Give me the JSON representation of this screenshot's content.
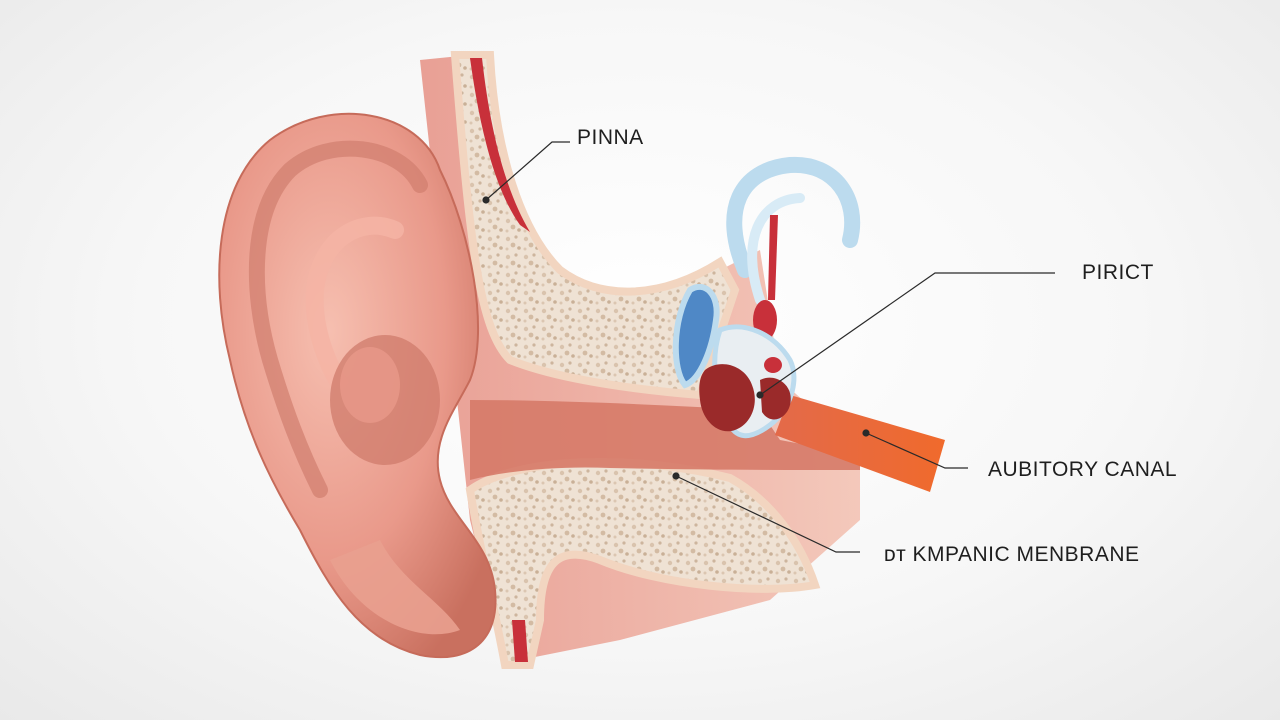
{
  "diagram": {
    "labels": {
      "pinna": "PINNA",
      "pirict": "PIRICT",
      "auditory_canal": "AUBITORY CANAL",
      "tympanic_membrane": "ᴅᴛ KMPANIC MENBRANE"
    },
    "colors": {
      "background": "#f3f3f3",
      "skin": "#e9a08f",
      "skin_shadow": "#c9705f",
      "bone": "#efe2d4",
      "bone_edge": "#f5dcc6",
      "vessel_red": "#c8303a",
      "canal_orange": "#e85a2c",
      "labyrinth_blue": "#bcdbee",
      "cochlea_dark": "#9a2a2a",
      "leader_line": "#2a2a2a"
    }
  }
}
